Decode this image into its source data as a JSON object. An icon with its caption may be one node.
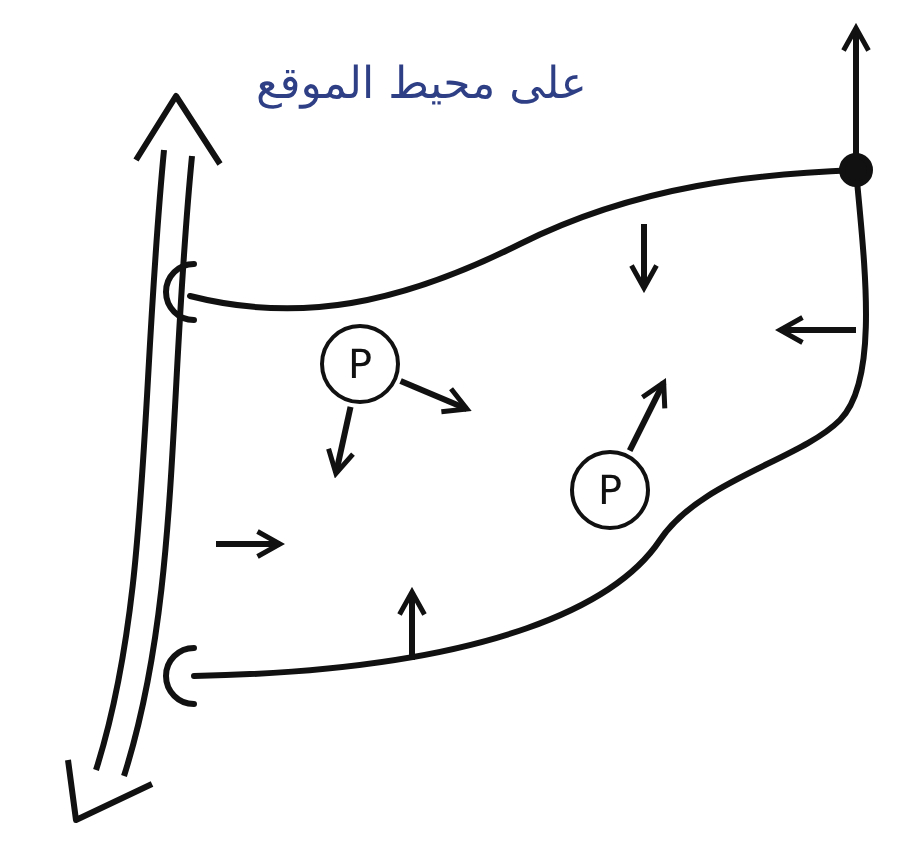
{
  "diagram": {
    "nodes": [
      {
        "text": [
          "P"
        ]
      },
      {
        "text": [
          "P"
        ]
      }
    ],
    "edges": [
      {
        "from": 0,
        "to": null,
        "arrow": "to"
      },
      {
        "from": 0,
        "to": null,
        "arrow": "to"
      },
      {
        "from": 1,
        "to": null,
        "arrow": "to"
      }
    ],
    "labels": [
      "على محيط الموقع"
    ]
  }
}
